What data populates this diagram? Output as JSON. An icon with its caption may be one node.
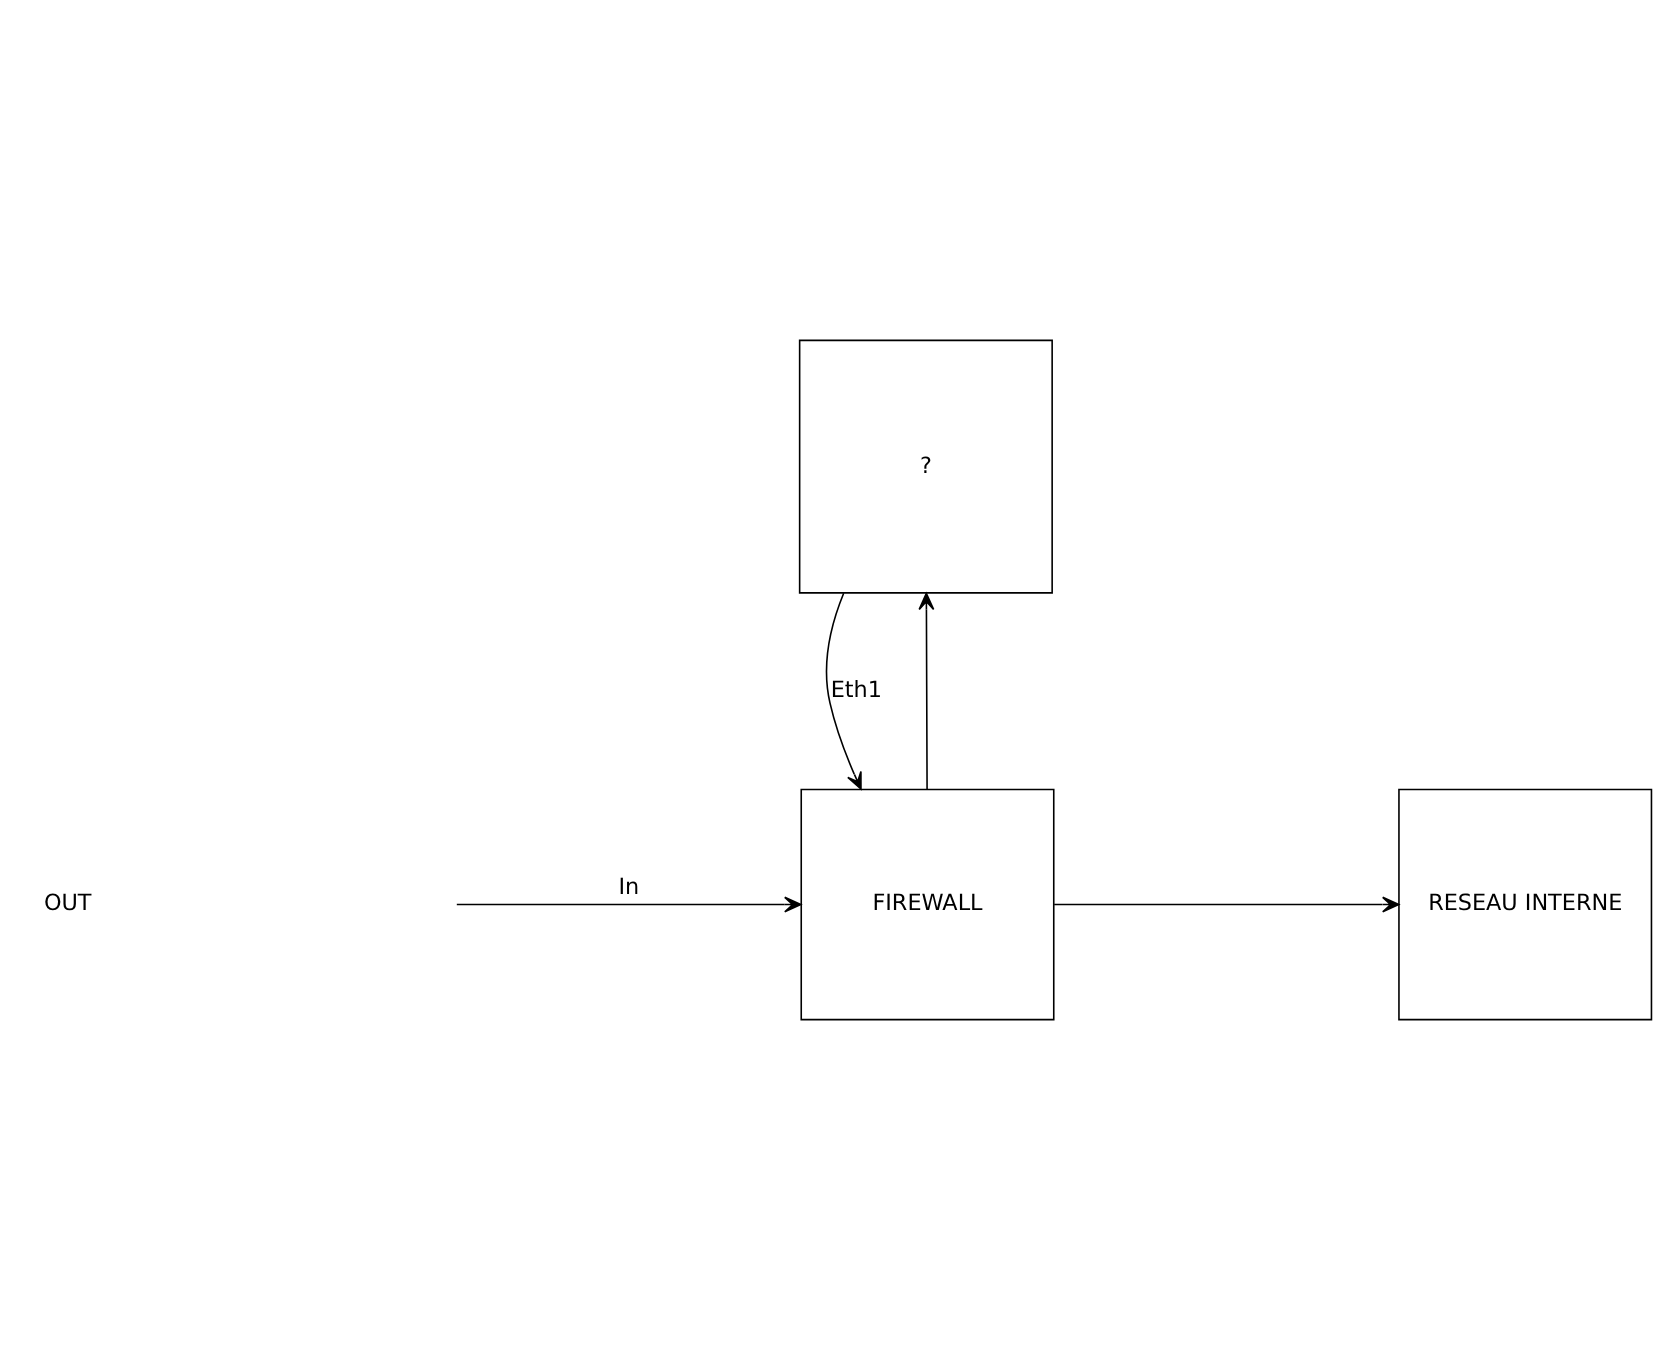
{
  "diagram": {
    "nodes": [
      {
        "text": [
          "?"
        ]
      },
      {
        "text": [
          "FIREWALL"
        ]
      },
      {
        "text": [
          "RESEAU INTERNE"
        ]
      }
    ],
    "edges": [
      {
        "from": 1,
        "to": 0,
        "arrow": "to"
      },
      {
        "from": 0,
        "to": 1,
        "arrow": "to",
        "label": "Eth1"
      },
      {
        "from": 1,
        "to": 2,
        "arrow": "to"
      },
      {
        "from": null,
        "to": 1,
        "arrow": "to",
        "label": "In"
      }
    ],
    "labels": [
      "OUT"
    ]
  }
}
